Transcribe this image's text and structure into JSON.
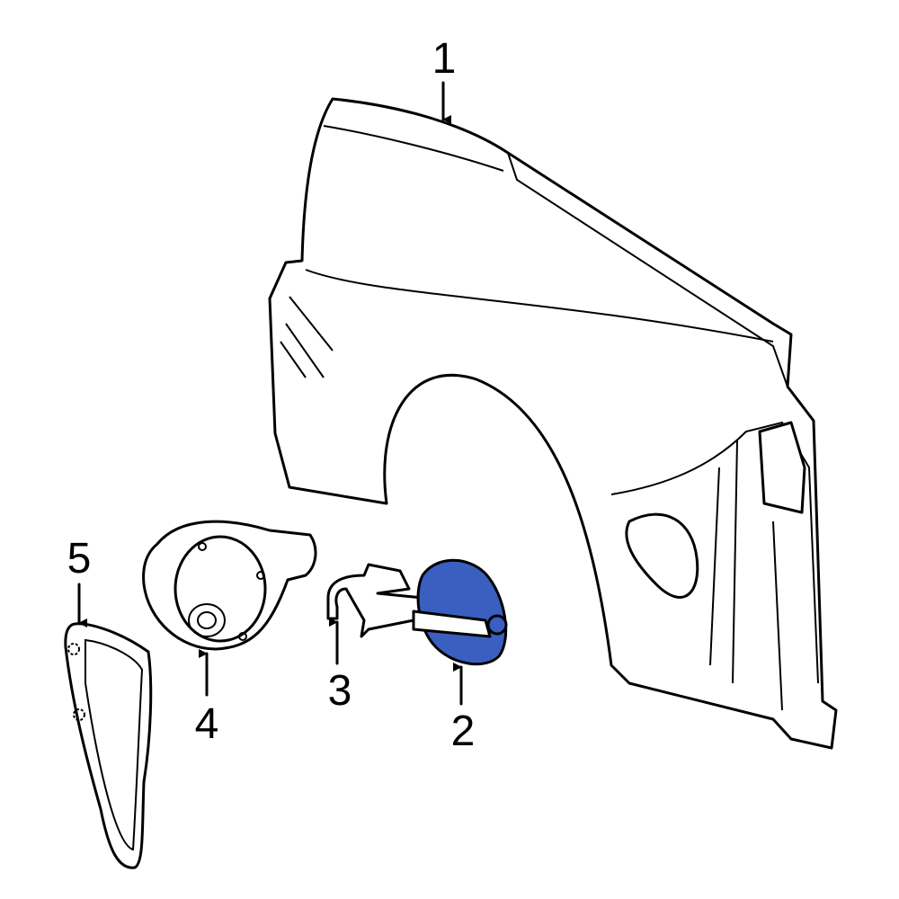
{
  "callouts": [
    {
      "number": "1",
      "part": "quarter-panel"
    },
    {
      "number": "2",
      "part": "fuel-door"
    },
    {
      "number": "3",
      "part": "hinge"
    },
    {
      "number": "4",
      "part": "fuel-pocket-housing"
    },
    {
      "number": "5",
      "part": "side-trim-panel"
    }
  ],
  "colors": {
    "highlight": "#3a5fc0",
    "line": "#000000",
    "background": "#ffffff"
  }
}
